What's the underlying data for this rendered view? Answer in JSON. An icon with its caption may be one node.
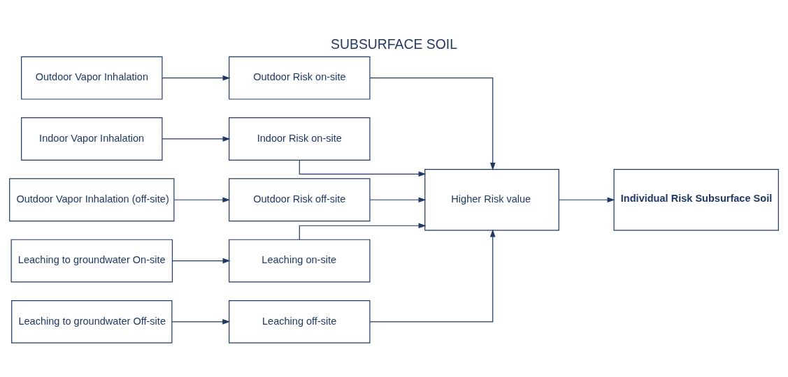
{
  "diagram": {
    "title": "SUBSURFACE SOIL",
    "nodes": [
      {
        "text": [
          "Outdoor Vapor Inhalation"
        ]
      },
      {
        "text": [
          "Indoor Vapor Inhalation"
        ]
      },
      {
        "text": [
          "Outdoor Vapor Inhalation (off-site)"
        ]
      },
      {
        "text": [
          "Leaching to groundwater On-site"
        ]
      },
      {
        "text": [
          "Leaching to groundwater Off-site"
        ]
      },
      {
        "text": [
          "Outdoor Risk on-site"
        ]
      },
      {
        "text": [
          "Indoor Risk on-site"
        ]
      },
      {
        "text": [
          "Outdoor Risk off-site"
        ]
      },
      {
        "text": [
          "Leaching on-site"
        ]
      },
      {
        "text": [
          "Leaching off-site"
        ]
      },
      {
        "text": [
          "Higher Risk value"
        ]
      },
      {
        "text": [
          "Individual Risk Subsurface Soil"
        ]
      }
    ],
    "edges": [
      {
        "from": 0,
        "to": 5,
        "arrow": "to"
      },
      {
        "from": 1,
        "to": 6,
        "arrow": "to"
      },
      {
        "from": 2,
        "to": 7,
        "arrow": "to"
      },
      {
        "from": 3,
        "to": 8,
        "arrow": "to"
      },
      {
        "from": 4,
        "to": 9,
        "arrow": "to"
      },
      {
        "from": 5,
        "to": 10,
        "arrow": "to"
      },
      {
        "from": 6,
        "to": 10,
        "arrow": "to"
      },
      {
        "from": 7,
        "to": 10,
        "arrow": "to"
      },
      {
        "from": 8,
        "to": 10,
        "arrow": "to"
      },
      {
        "from": 9,
        "to": 10,
        "arrow": "to"
      },
      {
        "from": 10,
        "to": 11,
        "arrow": "to"
      }
    ]
  }
}
